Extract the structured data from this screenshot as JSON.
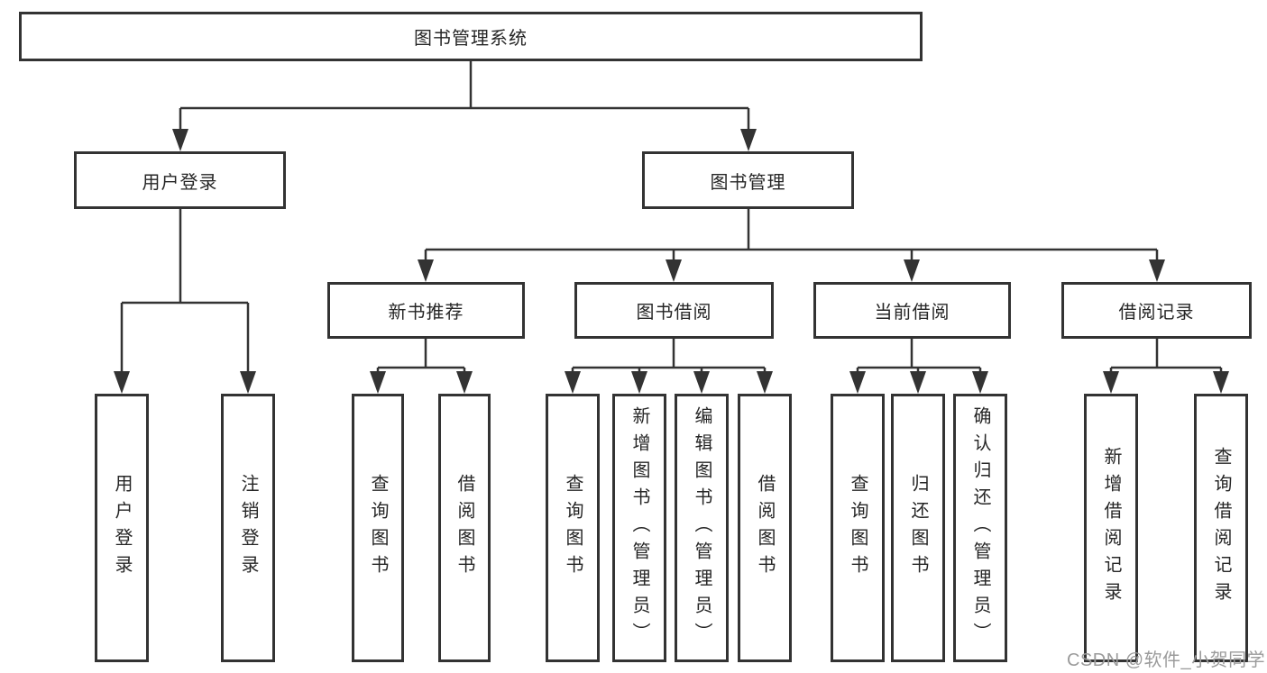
{
  "diagram": {
    "title": "图书管理系统",
    "root": {
      "label": "图书管理系统"
    },
    "level2": [
      {
        "label": "用户登录"
      },
      {
        "label": "图书管理"
      }
    ],
    "level3": [
      {
        "label": "新书推荐"
      },
      {
        "label": "图书借阅"
      },
      {
        "label": "当前借阅"
      },
      {
        "label": "借阅记录"
      }
    ],
    "leaves": [
      {
        "label": "用户登录",
        "parent": "用户登录"
      },
      {
        "label": "注销登录",
        "parent": "用户登录"
      },
      {
        "label": "查询图书",
        "parent": "新书推荐"
      },
      {
        "label": "借阅图书",
        "parent": "新书推荐"
      },
      {
        "label": "查询图书",
        "parent": "图书借阅"
      },
      {
        "label": "新增图书（管理员）",
        "parent": "图书借阅"
      },
      {
        "label": "编辑图书（管理员）",
        "parent": "图书借阅"
      },
      {
        "label": "借阅图书",
        "parent": "图书借阅"
      },
      {
        "label": "查询图书",
        "parent": "当前借阅"
      },
      {
        "label": "归还图书",
        "parent": "当前借阅"
      },
      {
        "label": "确认归还（管理员）",
        "parent": "当前借阅"
      },
      {
        "label": "新增借阅记录",
        "parent": "借阅记录"
      },
      {
        "label": "查询借阅记录",
        "parent": "借阅记录"
      }
    ]
  },
  "watermark": "CSDN @软件_小贺同学",
  "colors": {
    "line": "#333333",
    "box_border": "#333333",
    "text": "#262626",
    "watermark": "#9b9b9b",
    "background": "#ffffff"
  }
}
